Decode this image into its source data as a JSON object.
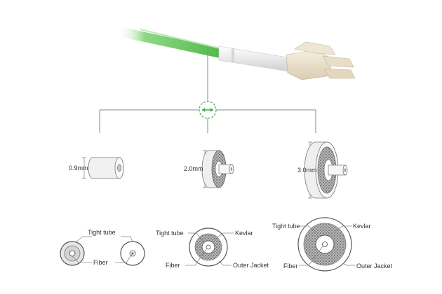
{
  "colors": {
    "cable_green": "#4fb848",
    "cable_green_light": "#8fd885",
    "connector_white": "#f3f3f3",
    "connector_cream": "#ece3cf",
    "line_gray": "#8a8a8a",
    "kevlar_gray": "#7a7a7a",
    "icon_green": "#4aa94a"
  },
  "icons": {
    "expand": "double-arrow-icon"
  },
  "tube_labels": {
    "small": "0.9mm",
    "medium": "2.0mm",
    "large": "3.0mm"
  },
  "cross_sections": {
    "small": {
      "tight_tube": "Tight tube",
      "fiber": "Fiber"
    },
    "medium": {
      "tight_tube": "Tight tube",
      "kevlar": "Kevlar",
      "fiber": "Fiber",
      "outer_jacket": "Outer Jacket"
    },
    "large": {
      "tight_tube": "Tight tube",
      "kevlar": "Kevlar",
      "fiber": "Fiber",
      "outer_jacket": "Outer Jacket"
    }
  }
}
